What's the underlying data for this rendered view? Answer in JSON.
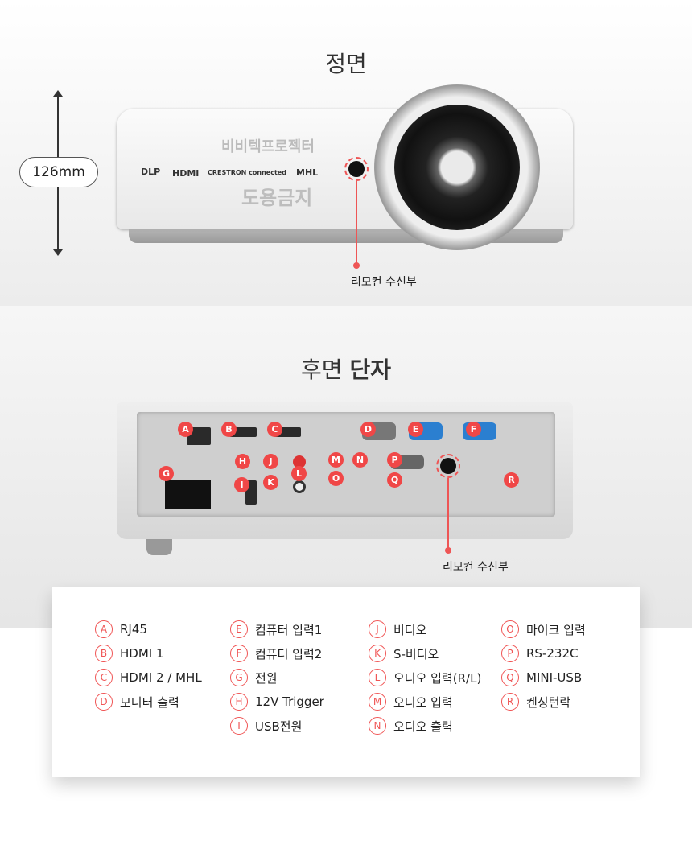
{
  "front": {
    "title": "정면",
    "height": "126mm",
    "sensor_label": "리모컨 수신부",
    "logos": [
      "DLP",
      "HDMI",
      "CRESTRON connected",
      "MHL"
    ],
    "watermark": [
      "비비텍프로젝터",
      "도용금지"
    ]
  },
  "rear": {
    "title_regular": "후면",
    "title_bold": "단자",
    "sensor_label": "리모컨 수신부",
    "markers": [
      "A",
      "B",
      "C",
      "D",
      "E",
      "F",
      "G",
      "H",
      "I",
      "J",
      "K",
      "L",
      "M",
      "N",
      "O",
      "P",
      "Q",
      "R"
    ]
  },
  "legend": [
    [
      {
        "k": "A",
        "v": "RJ45"
      },
      {
        "k": "B",
        "v": "HDMI 1"
      },
      {
        "k": "C",
        "v": "HDMI 2 / MHL"
      },
      {
        "k": "D",
        "v": "모니터 출력"
      }
    ],
    [
      {
        "k": "E",
        "v": "컴퓨터 입력1"
      },
      {
        "k": "F",
        "v": "컴퓨터 입력2"
      },
      {
        "k": "G",
        "v": "전원"
      },
      {
        "k": "H",
        "v": "12V Trigger"
      },
      {
        "k": "I",
        "v": "USB전원"
      }
    ],
    [
      {
        "k": "J",
        "v": "비디오"
      },
      {
        "k": "K",
        "v": "S-비디오"
      },
      {
        "k": "L",
        "v": "오디오 입력(R/L)"
      },
      {
        "k": "M",
        "v": "오디오 입력"
      },
      {
        "k": "N",
        "v": "오디오 출력"
      }
    ],
    [
      {
        "k": "O",
        "v": "마이크 입력"
      },
      {
        "k": "P",
        "v": "RS-232C"
      },
      {
        "k": "Q",
        "v": "MINI-USB"
      },
      {
        "k": "R",
        "v": "켄싱턴락"
      }
    ]
  ],
  "colors": {
    "accent": "#f04747"
  }
}
